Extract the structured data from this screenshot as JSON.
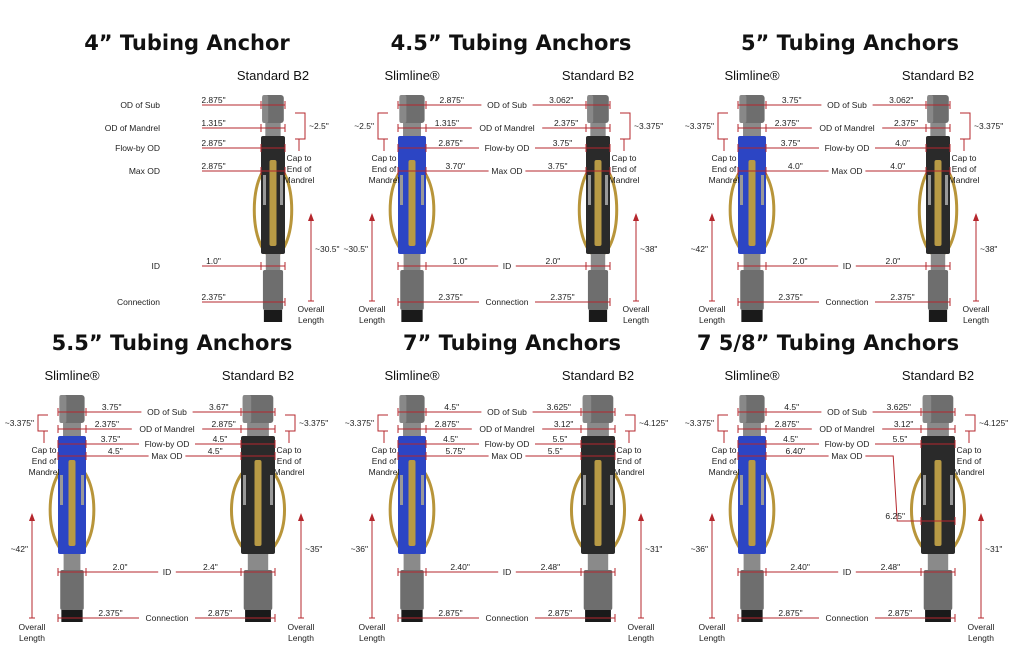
{
  "colors": {
    "dimension_line": "#b5272d",
    "slimline_body": "#2c45c4",
    "standard_body": "#2a2a2a",
    "bow_spring": "#b8953a"
  },
  "labels": {
    "od_sub": "OD of Sub",
    "od_mandrel": "OD of Mandrel",
    "flow_by": "Flow-by OD",
    "max_od": "Max OD",
    "id": "ID",
    "connection": "Connection",
    "cap_label": [
      "Cap to",
      "End of",
      "Mandrel"
    ],
    "length_label": [
      "Overall",
      "Length"
    ]
  },
  "panels": [
    {
      "title": "4” Tubing Anchor",
      "columns": [
        {
          "variant": "Standard B2",
          "type": "standard",
          "cap": "~2.5\"",
          "length": "~30.5\"",
          "values": {
            "od_sub": "2.875\"",
            "od_mandrel": "1.315\"",
            "flow_by": "2.875\"",
            "max_od": "2.875\"",
            "id": "1.0\"",
            "connection": "2.375\""
          }
        }
      ]
    },
    {
      "title": "4.5” Tubing Anchors",
      "columns": [
        {
          "variant": "Slimline®",
          "type": "slimline",
          "cap": "~2.5\"",
          "length": "~30.5\"",
          "values": {
            "od_sub": "2.875\"",
            "od_mandrel": "1.315\"",
            "flow_by": "2.875\"",
            "max_od": "3.70\"",
            "id": "1.0\"",
            "connection": "2.375\""
          }
        },
        {
          "variant": "Standard B2",
          "type": "standard",
          "cap": "~3.375\"",
          "length": "~38\"",
          "values": {
            "od_sub": "3.062\"",
            "od_mandrel": "2.375\"",
            "flow_by": "3.75\"",
            "max_od": "3.75\"",
            "id": "2.0\"",
            "connection": "2.375\""
          }
        }
      ]
    },
    {
      "title": "5” Tubing Anchors",
      "columns": [
        {
          "variant": "Slimline®",
          "type": "slimline",
          "cap": "~3.375\"",
          "length": "~42\"",
          "values": {
            "od_sub": "3.75\"",
            "od_mandrel": "2.375\"",
            "flow_by": "3.75\"",
            "max_od": "4.0\"",
            "id": "2.0\"",
            "connection": "2.375\""
          }
        },
        {
          "variant": "Standard B2",
          "type": "standard",
          "cap": "~3.375\"",
          "length": "~38\"",
          "values": {
            "od_sub": "3.062\"",
            "od_mandrel": "2.375\"",
            "flow_by": "4.0\"",
            "max_od": "4.0\"",
            "id": "2.0\"",
            "connection": "2.375\""
          }
        }
      ]
    },
    {
      "title": "5.5” Tubing Anchors",
      "columns": [
        {
          "variant": "Slimline®",
          "type": "slimline",
          "cap": "~3.375\"",
          "length": "~42\"",
          "values": {
            "od_sub": "3.75\"",
            "od_mandrel": "2.375\"",
            "flow_by": "3.75\"",
            "max_od": "4.5\"",
            "id": "2.0\"",
            "connection": "2.375\""
          }
        },
        {
          "variant": "Standard B2",
          "type": "standard",
          "cap": "~3.375\"",
          "length": "~35\"",
          "values": {
            "od_sub": "3.67\"",
            "od_mandrel": "2.875\"",
            "flow_by": "4.5\"",
            "max_od": "4.5\"",
            "id": "2.4\"",
            "connection": "2.875\""
          }
        }
      ]
    },
    {
      "title": "7” Tubing Anchors",
      "columns": [
        {
          "variant": "Slimline®",
          "type": "slimline",
          "cap": "~3.375\"",
          "length": "~36\"",
          "values": {
            "od_sub": "4.5\"",
            "od_mandrel": "2.875\"",
            "flow_by": "4.5\"",
            "max_od": "5.75\"",
            "id": "2.40\"",
            "connection": "2.875\""
          }
        },
        {
          "variant": "Standard B2",
          "type": "standard",
          "cap": "~4.125\"",
          "length": "~31\"",
          "values": {
            "od_sub": "3.625\"",
            "od_mandrel": "3.12\"",
            "flow_by": "5.5\"",
            "max_od": "5.5\"",
            "id": "2.48\"",
            "connection": "2.875\""
          }
        }
      ]
    },
    {
      "title": "7 5/8” Tubing Anchors",
      "columns": [
        {
          "variant": "Slimline®",
          "type": "slimline",
          "cap": "~3.375\"",
          "length": "~36\"",
          "values": {
            "od_sub": "4.5\"",
            "od_mandrel": "2.875\"",
            "flow_by": "4.5\"",
            "max_od": "6.40\"",
            "id": "2.40\"",
            "connection": "2.875\""
          }
        },
        {
          "variant": "Standard B2",
          "type": "standard",
          "cap": "~4.125\"",
          "length": "~31\"",
          "values": {
            "od_sub": "3.625\"",
            "od_mandrel": "3.12\"",
            "flow_by": "5.5\"",
            "max_od": "6.25\"",
            "id": "2.48\"",
            "connection": "2.875\""
          }
        }
      ]
    }
  ]
}
